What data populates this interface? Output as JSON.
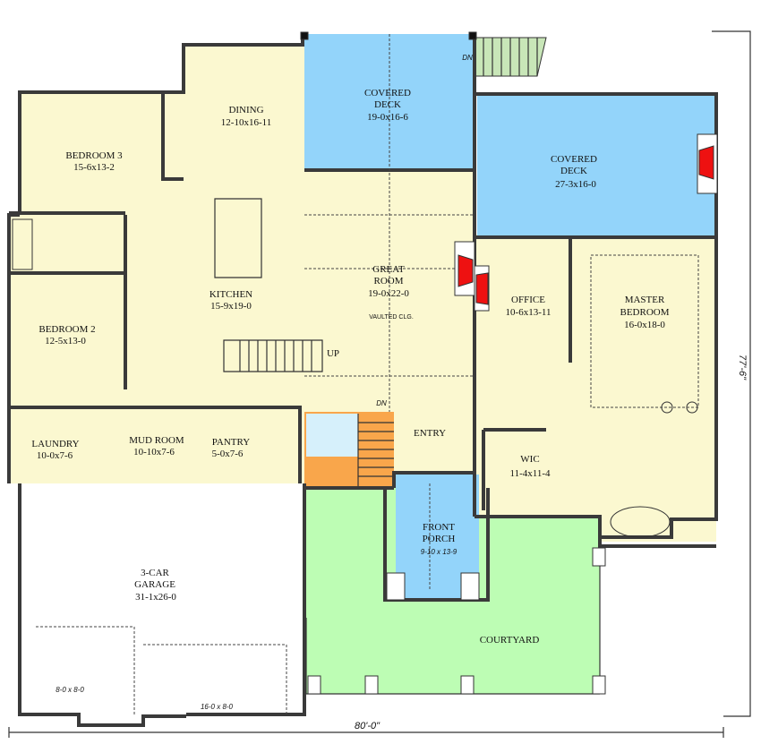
{
  "colors": {
    "interior": "#fbf8d0",
    "deck": "#93d4fa",
    "porch": "#93d4fa",
    "courtyard": "#bdfdb4",
    "stairs": "#f9a64b",
    "exterior_stair": "#c8e6b8",
    "fireplace": "#ee1111",
    "wall": "#3a3a3a",
    "garage": "#ffffff"
  },
  "rooms": {
    "bedroom3": {
      "name": "BEDROOM 3",
      "size": "15-6x13-2"
    },
    "dining": {
      "name": "DINING",
      "size": "12-10x16-11"
    },
    "covered_deck_1": {
      "name_1": "COVERED",
      "name_2": "DECK",
      "size": "19-0x16-6"
    },
    "covered_deck_2": {
      "name_1": "COVERED",
      "name_2": "DECK",
      "size": "27-3x16-0"
    },
    "great_room": {
      "name_1": "GREAT",
      "name_2": "ROOM",
      "size": "19-0x22-0",
      "note": "VAULTED CLG."
    },
    "kitchen": {
      "name": "KITCHEN",
      "size": "15-9x19-0"
    },
    "office": {
      "name": "OFFICE",
      "size": "10-6x13-11"
    },
    "master_bedroom": {
      "name_1": "MASTER",
      "name_2": "BEDROOM",
      "size": "16-0x18-0"
    },
    "bedroom2": {
      "name": "BEDROOM 2",
      "size": "12-5x13-0"
    },
    "laundry": {
      "name": "LAUNDRY",
      "size": "10-0x7-6"
    },
    "mud_room": {
      "name": "MUD ROOM",
      "size": "10-10x7-6"
    },
    "pantry": {
      "name": "PANTRY",
      "size": "5-0x7-6"
    },
    "entry": {
      "name": "ENTRY"
    },
    "wic": {
      "name": "WIC",
      "size": "11-4x11-4"
    },
    "front_porch": {
      "name_1": "FRONT",
      "name_2": "PORCH",
      "size": "9-10 x 13-9"
    },
    "garage": {
      "name_1": "3-CAR",
      "name_2": "GARAGE",
      "size": "31-1x26-0",
      "door_1": "8-0 x 8-0",
      "door_2": "16-0 x 8-0"
    },
    "courtyard": {
      "name": "COURTYARD"
    }
  },
  "stairs": {
    "up_label": "UP",
    "down_label": "DN",
    "deck_down_label": "DN"
  },
  "dimensions": {
    "width": "80'-0\"",
    "depth": "77'-6\""
  }
}
